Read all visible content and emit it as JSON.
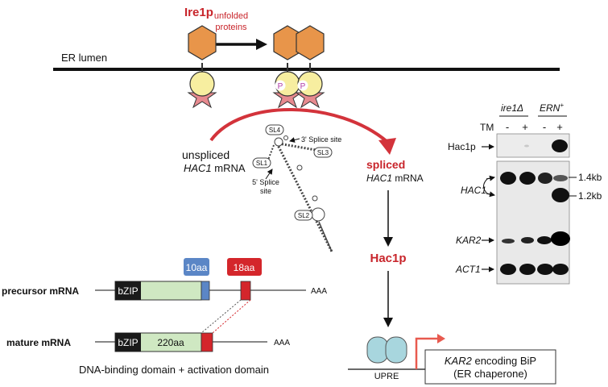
{
  "colors": {
    "red": "#c8252b",
    "hexagon": "#e8954a",
    "circle": "#f7eea0",
    "star": "#e78a8f",
    "bzip": "#1a1a1a",
    "domain_green": "#cfe8c2",
    "blue_box": "#5b86c6",
    "red_box": "#d4262b",
    "uprecyl": "#a8d6de",
    "blot_bg": "#e9e9e9"
  },
  "pathway": {
    "ire1p": "Ire1p",
    "unfolded_line1": "unfolded",
    "unfolded_line2": "proteins",
    "er_lumen": "ER lumen",
    "phospho_label": "P",
    "unspliced_line1": "unspliced",
    "unspliced_gene": "HAC1",
    "unspliced_suffix": " mRNA",
    "spliced_line1": "spliced",
    "spliced_gene": "HAC1",
    "spliced_suffix": " mRNA",
    "hac1p": "Hac1p",
    "upre": "UPRE",
    "kar2_gene": "KAR2",
    "kar2_text": " encoding BiP",
    "kar2_line2": "(ER chaperone)"
  },
  "rna_structure": {
    "sl4": "SL4",
    "sl3": "SL3",
    "sl1": "SL1",
    "sl2": "SL2",
    "splice3": "3' Splice site",
    "splice5_line1": "5' Splice",
    "splice5_line2": "site"
  },
  "domains": {
    "box10": "10aa",
    "box18": "18aa",
    "precursor_label": "precursor mRNA",
    "mature_label": "mature mRNA",
    "bzip": "bZIP",
    "aa220": "220aa",
    "polyA": "AAA",
    "caption": "DNA-binding domain + activation domain"
  },
  "blot": {
    "ire1_strain": "ire1Δ",
    "ern_strain": "ERN",
    "ern_sup": "+",
    "tm": "TM",
    "lane_signs": [
      "-",
      "+",
      "-",
      "+"
    ],
    "rows": {
      "hac1p": "Hac1p",
      "hac1": "HAC1",
      "kar2": "KAR2",
      "act1": "ACT1"
    },
    "size_top": "1.4kb",
    "size_bottom": "1.2kb"
  }
}
